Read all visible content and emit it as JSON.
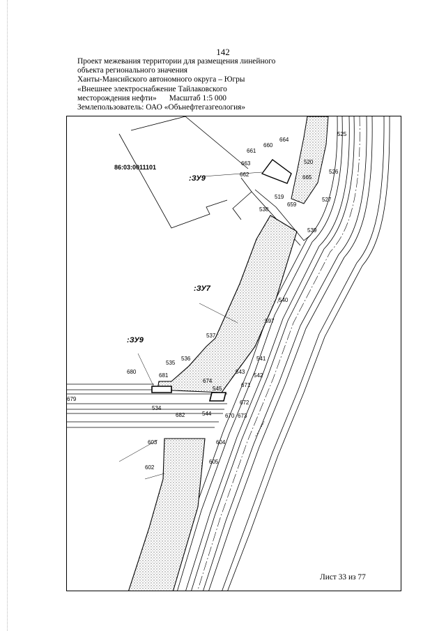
{
  "page_number": "142",
  "header": {
    "line1": "Проект межевания территории для размещения линейного",
    "line2": "объекта регионального значения",
    "line3": "Ханты-Мансийского автономного округа – Югры",
    "line4": "«Внешнее электроснабжение Тайлаковского",
    "line5_text": "месторождения нефти»",
    "scale": "Масштаб 1:5 000",
    "line6": "Землепользователь: ОАО «Обънефтегазгеология»"
  },
  "sheet": "Лист 33 из 77",
  "map": {
    "cadastral_label": "86:03:0011101",
    "zones": {
      "zu9_top": ":ЗУ9",
      "zu7": ":ЗУ7",
      "zu9_left": ":ЗУ9"
    },
    "points": {
      "p525": "525",
      "p526": "526",
      "p527": "527",
      "p520": "520",
      "p665": "665",
      "p664": "664",
      "p660": "660",
      "p661": "661",
      "p663": "663",
      "p662": "662",
      "p519": "519",
      "p659": "659",
      "p538": "538",
      "p539": "539",
      "p540": "540",
      "p597": ":597",
      "p537": "537",
      "p536": "536",
      "p535": "535",
      "p541": "541",
      "p543": "543",
      "p542": "542",
      "p674": "674",
      "p545": "545",
      "p671": "671",
      "p680": "680",
      "p681": "681",
      "p679": "679",
      "p534": "534",
      "p682": "682",
      "p544": "544",
      "p670": "670",
      "p673": "673",
      "p672": "672",
      "p603": "603",
      "p604": "604",
      "p605": "605",
      "p602": "602"
    }
  }
}
